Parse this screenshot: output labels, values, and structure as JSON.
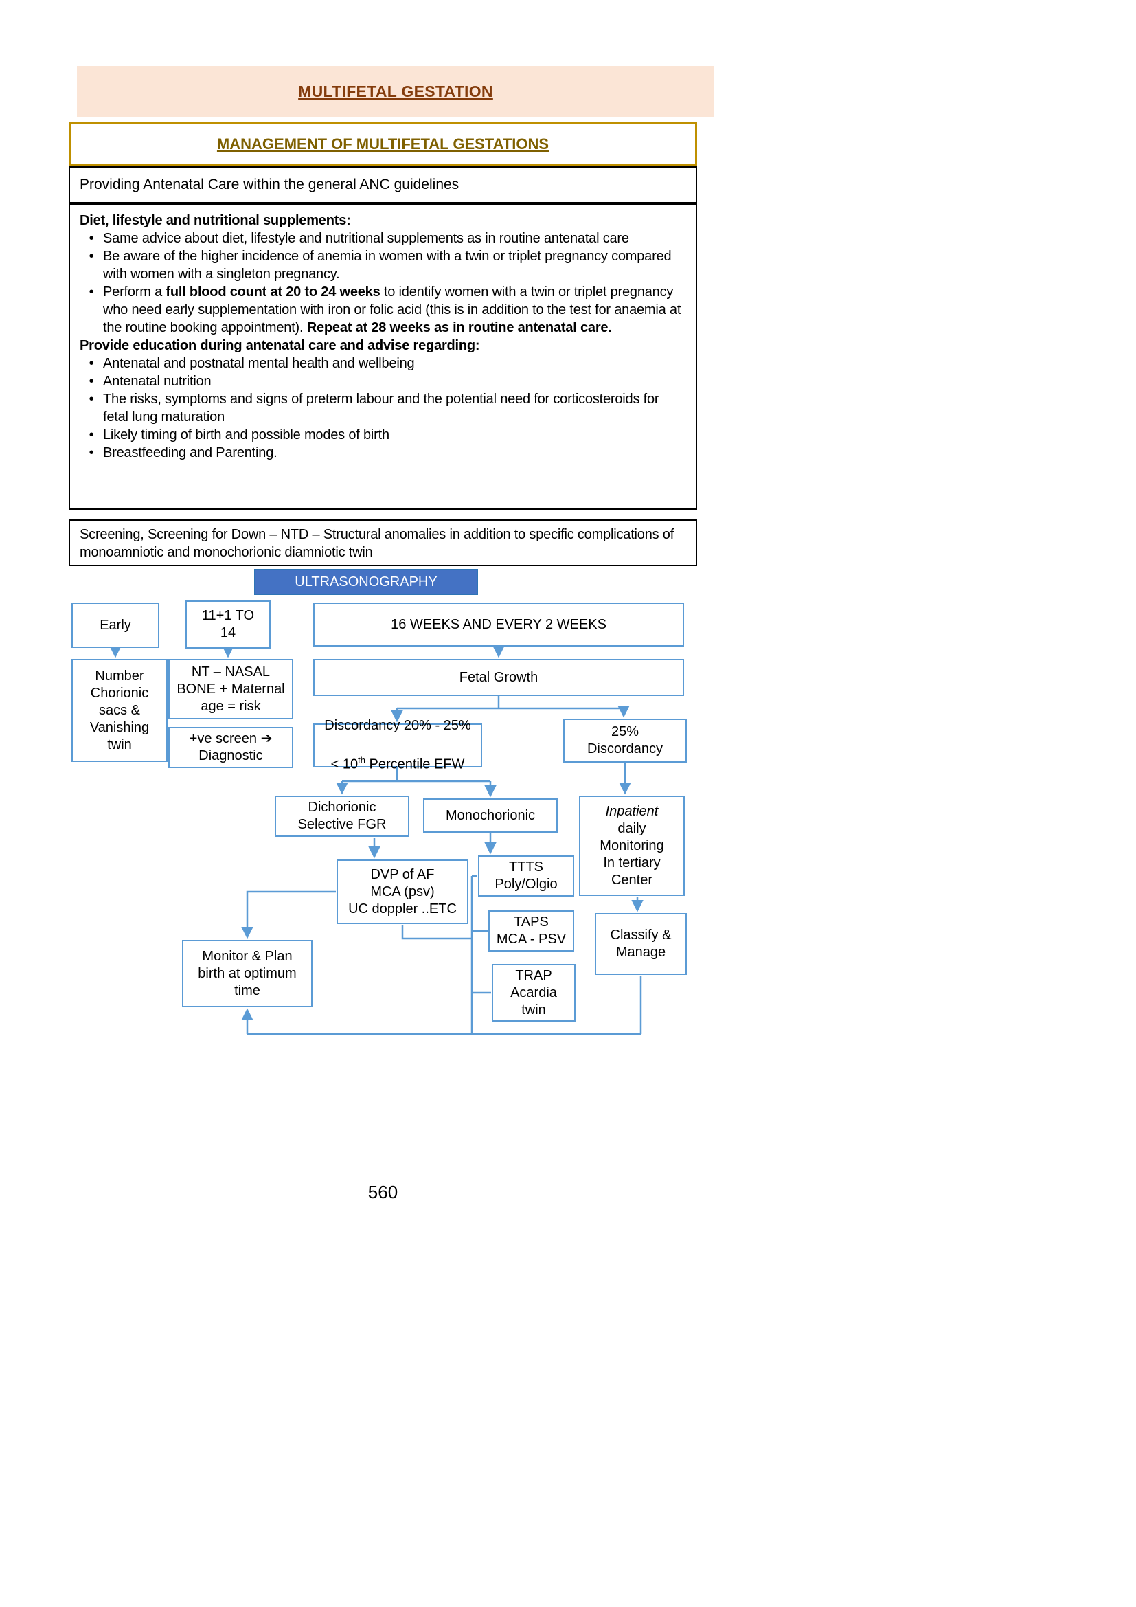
{
  "header": {
    "title": "MULTIFETAL GESTATION",
    "subtitle": "MANAGEMENT OF MULTIFETAL GESTATIONS"
  },
  "anc": {
    "text": "Providing Antenatal Care  within the general ANC guidelines"
  },
  "care": {
    "bullet": "•",
    "heading1": "Diet, lifestyle and nutritional supplements:",
    "b1": "Same advice about diet, lifestyle and nutritional supplements as in routine antenatal care",
    "b2": "Be aware of the higher incidence of anemia in women with a twin or triplet pregnancy compared with women with a singleton pregnancy.",
    "b3_pre": "Perform a ",
    "b3_bold1": "full blood count at 20 to 24 weeks",
    "b3_mid": " to identify women with a twin or triplet pregnancy who need early supplementation with iron or folic acid (this is in addition to the test for anaemia at the routine booking appointment). ",
    "b3_bold2": "Repeat at 28 weeks as in routine antenatal care.",
    "heading2": "Provide education during antenatal care and advise regarding:",
    "b4": "Antenatal and postnatal mental health and wellbeing",
    "b5": "Antenatal nutrition",
    "b6": "The risks, symptoms and signs of preterm labour and the potential need for corticosteroids for fetal lung maturation",
    "b7": "Likely timing of birth and possible modes of birth",
    "b8": "Breastfeeding and Parenting."
  },
  "screening": {
    "text": "Screening, Screening for Down – NTD – Structural anomalies in addition to specific complications of monoamniotic and monochorionic diamniotic twin"
  },
  "ultrasound": {
    "label": "ULTRASONOGRAPHY"
  },
  "flow": {
    "early": "Early",
    "w11_14": "11+1 TO\n14",
    "w16": "16 WEEKS AND EVERY 2 WEEKS",
    "number": "Number\nChorionic\nsacs &\nVanishing\ntwin",
    "nt": "NT – NASAL\nBONE + Maternal\nage = risk",
    "pve": "+ve screen ➔\nDiagnostic",
    "fetal": "Fetal Growth",
    "disc_l1": "Discordancy 20% - 25%",
    "disc_l2a": "< 10",
    "disc_sup": "th",
    "disc_l2b": " Percentile EFW",
    "disc25": "25%\nDiscordancy",
    "dicho": "Dichorionic\nSelective FGR",
    "mono": "Monochorionic",
    "inpatient_line1": "Inpatient",
    "inpatient_rest": "daily\nMonitoring\nIn tertiary\nCenter",
    "dvp": "DVP of AF\nMCA (psv)\nUC doppler ..ETC",
    "ttts": "TTTS\nPoly/Olgio",
    "taps": "TAPS\nMCA - PSV",
    "trap": "TRAP\nAcardia\ntwin",
    "classify": "Classify &\nManage",
    "monitor": "Monitor & Plan\nbirth at optimum\ntime"
  },
  "page": {
    "number": "560"
  },
  "colors": {
    "banner_bg": "#FBE5D6",
    "title_text": "#843C0C",
    "gold_border": "#BF9000",
    "gold_text": "#7F6000",
    "flow_blue": "#5B9BD5",
    "ultrasound_fill": "#4472C4"
  }
}
